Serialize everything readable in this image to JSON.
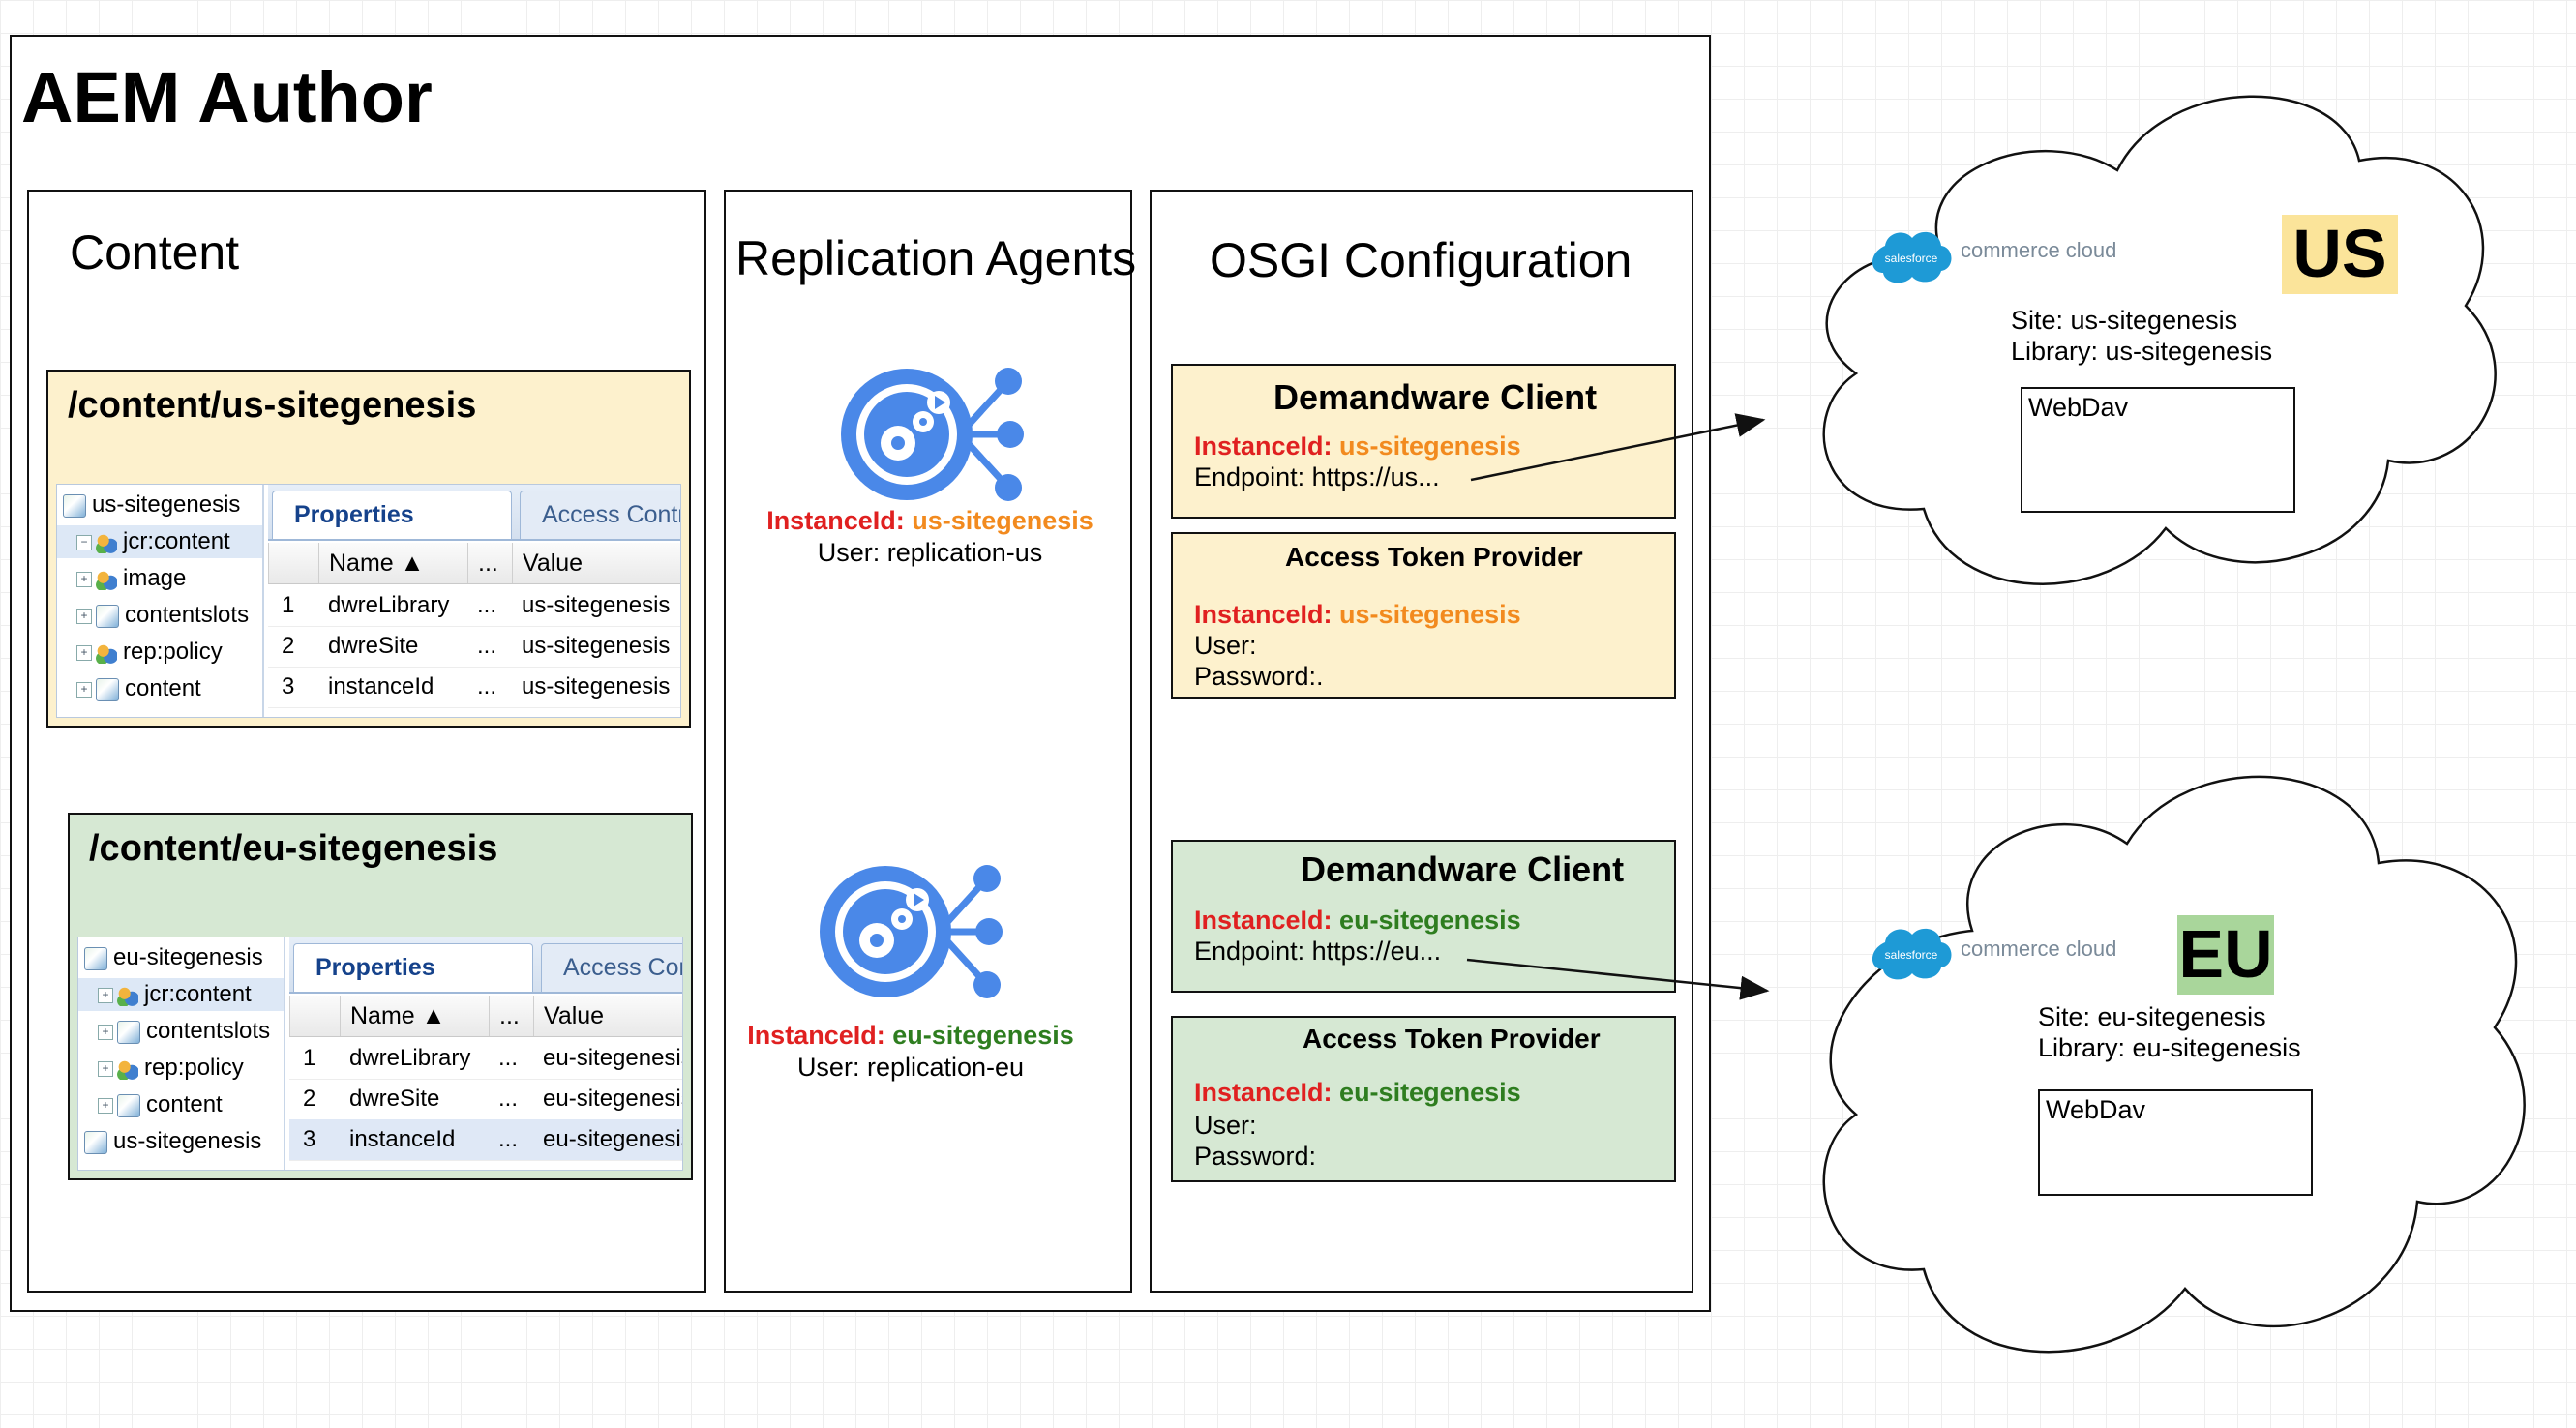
{
  "aem": {
    "title": "AEM Author"
  },
  "columns": {
    "content": "Content",
    "replication": "Replication Agents",
    "osgi": "OSGI Configuration"
  },
  "content_panels": {
    "us": {
      "path": "/content/us-sitegenesis",
      "tree": [
        {
          "label": "us-sitegenesis",
          "icon": "page-icon",
          "expander": ""
        },
        {
          "label": "jcr:content",
          "icon": "folder-icon",
          "expander": "−",
          "selected": true
        },
        {
          "label": "image",
          "icon": "folder-icon",
          "expander": "+"
        },
        {
          "label": "contentslots",
          "icon": "page-icon",
          "expander": "+"
        },
        {
          "label": "rep:policy",
          "icon": "folder-icon",
          "expander": "+"
        },
        {
          "label": "content",
          "icon": "page-icon",
          "expander": "+"
        }
      ],
      "tabs": {
        "active": "Properties",
        "inactive": "Access Contr"
      },
      "headers": {
        "name": "Name ▲",
        "dots": "...",
        "value": "Value"
      },
      "rows": [
        {
          "n": "1",
          "name": "dwreLibrary",
          "dots": "...",
          "value": "us-sitegenesis"
        },
        {
          "n": "2",
          "name": "dwreSite",
          "dots": "...",
          "value": "us-sitegenesis"
        },
        {
          "n": "3",
          "name": "instanceId",
          "dots": "...",
          "value": "us-sitegenesis"
        }
      ]
    },
    "eu": {
      "path": "/content/eu-sitegenesis",
      "tree": [
        {
          "label": "eu-sitegenesis",
          "icon": "page-icon",
          "expander": ""
        },
        {
          "label": "jcr:content",
          "icon": "folder-icon",
          "expander": "+",
          "selected": true
        },
        {
          "label": "contentslots",
          "icon": "page-icon",
          "expander": "+"
        },
        {
          "label": "rep:policy",
          "icon": "folder-icon",
          "expander": "+"
        },
        {
          "label": "content",
          "icon": "page-icon",
          "expander": "+"
        },
        {
          "label": "us-sitegenesis",
          "icon": "page-icon",
          "expander": ""
        }
      ],
      "tabs": {
        "active": "Properties",
        "inactive": "Access Contr"
      },
      "headers": {
        "name": "Name ▲",
        "dots": "...",
        "value": "Value"
      },
      "rows": [
        {
          "n": "1",
          "name": "dwreLibrary",
          "dots": "...",
          "value": "eu-sitegenesis"
        },
        {
          "n": "2",
          "name": "dwreSite",
          "dots": "...",
          "value": "eu-sitegenesis"
        },
        {
          "n": "3",
          "name": "instanceId",
          "dots": "...",
          "value": "eu-sitegenesis"
        }
      ]
    }
  },
  "agents": {
    "us": {
      "instance_label": "InstanceId:",
      "instance_value": "us-sitegenesis",
      "user": "User: replication-us"
    },
    "eu": {
      "instance_label": "InstanceId:",
      "instance_value": "eu-sitegenesis",
      "user": "User: replication-eu"
    }
  },
  "osgi": {
    "us": {
      "client": {
        "title": "Demandware Client",
        "instance_label": "InstanceId:",
        "instance_value": "us-sitegenesis",
        "endpoint": "Endpoint: https://us..."
      },
      "token": {
        "title": "Access Token Provider",
        "instance_label": "InstanceId:",
        "instance_value": "us-sitegenesis",
        "user": "User:",
        "password": "Password:."
      }
    },
    "eu": {
      "client": {
        "title": "Demandware Client",
        "instance_label": "InstanceId:",
        "instance_value": "eu-sitegenesis",
        "endpoint": "Endpoint: https://eu..."
      },
      "token": {
        "title": "Access Token Provider",
        "instance_label": "InstanceId:",
        "instance_value": "eu-sitegenesis",
        "user": "User:",
        "password": "Password:"
      }
    }
  },
  "clouds": {
    "us": {
      "region": "US",
      "logo_brand": "salesforce",
      "logo_text": "commerce cloud",
      "site": "Site: us-sitegenesis",
      "library": "Library: us-sitegenesis",
      "webdav": "WebDav"
    },
    "eu": {
      "region": "EU",
      "logo_brand": "salesforce",
      "logo_text": "commerce cloud",
      "site": "Site: eu-sitegenesis",
      "library": "Library: eu-sitegenesis",
      "webdav": "WebDav"
    }
  },
  "colors": {
    "us_panel": "#fdf1cd",
    "eu_panel": "#d6e8d3",
    "us_badge": "#fbe49a",
    "eu_badge": "#a9d69b",
    "label_red": "#e02020",
    "us_value_orange": "#f28a1e",
    "eu_value_green": "#2e7d1f",
    "agent_blue": "#4a88e8",
    "salesforce_blue": "#1e9ad6"
  }
}
